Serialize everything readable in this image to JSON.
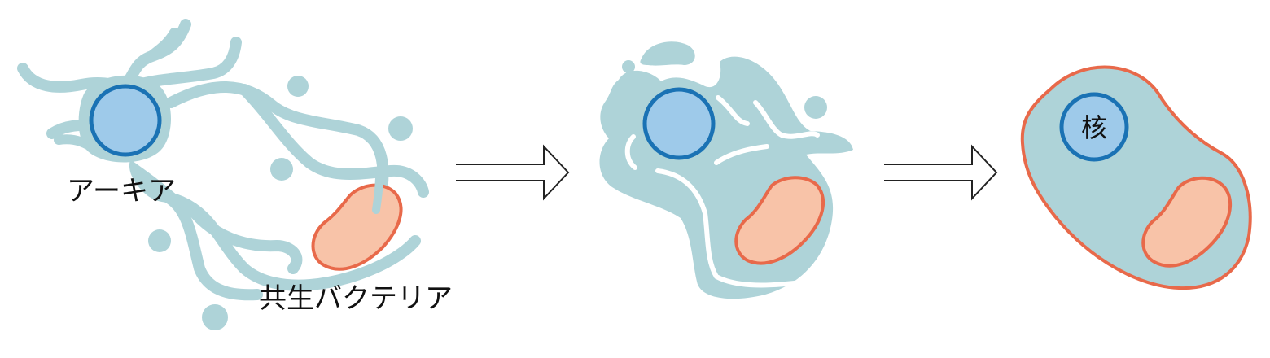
{
  "labels": {
    "archaea": "アーキア",
    "symbiotic_bacteria": "共生バクテリア",
    "nucleus": "核"
  },
  "colors": {
    "cytoplasm": "#aed3d8",
    "nucleus_fill": "#9ecaea",
    "nucleus_stroke": "#1a72b4",
    "bacteria_fill": "#f8c3a8",
    "bacteria_stroke": "#e8694a",
    "arrow_stroke": "#222222"
  }
}
